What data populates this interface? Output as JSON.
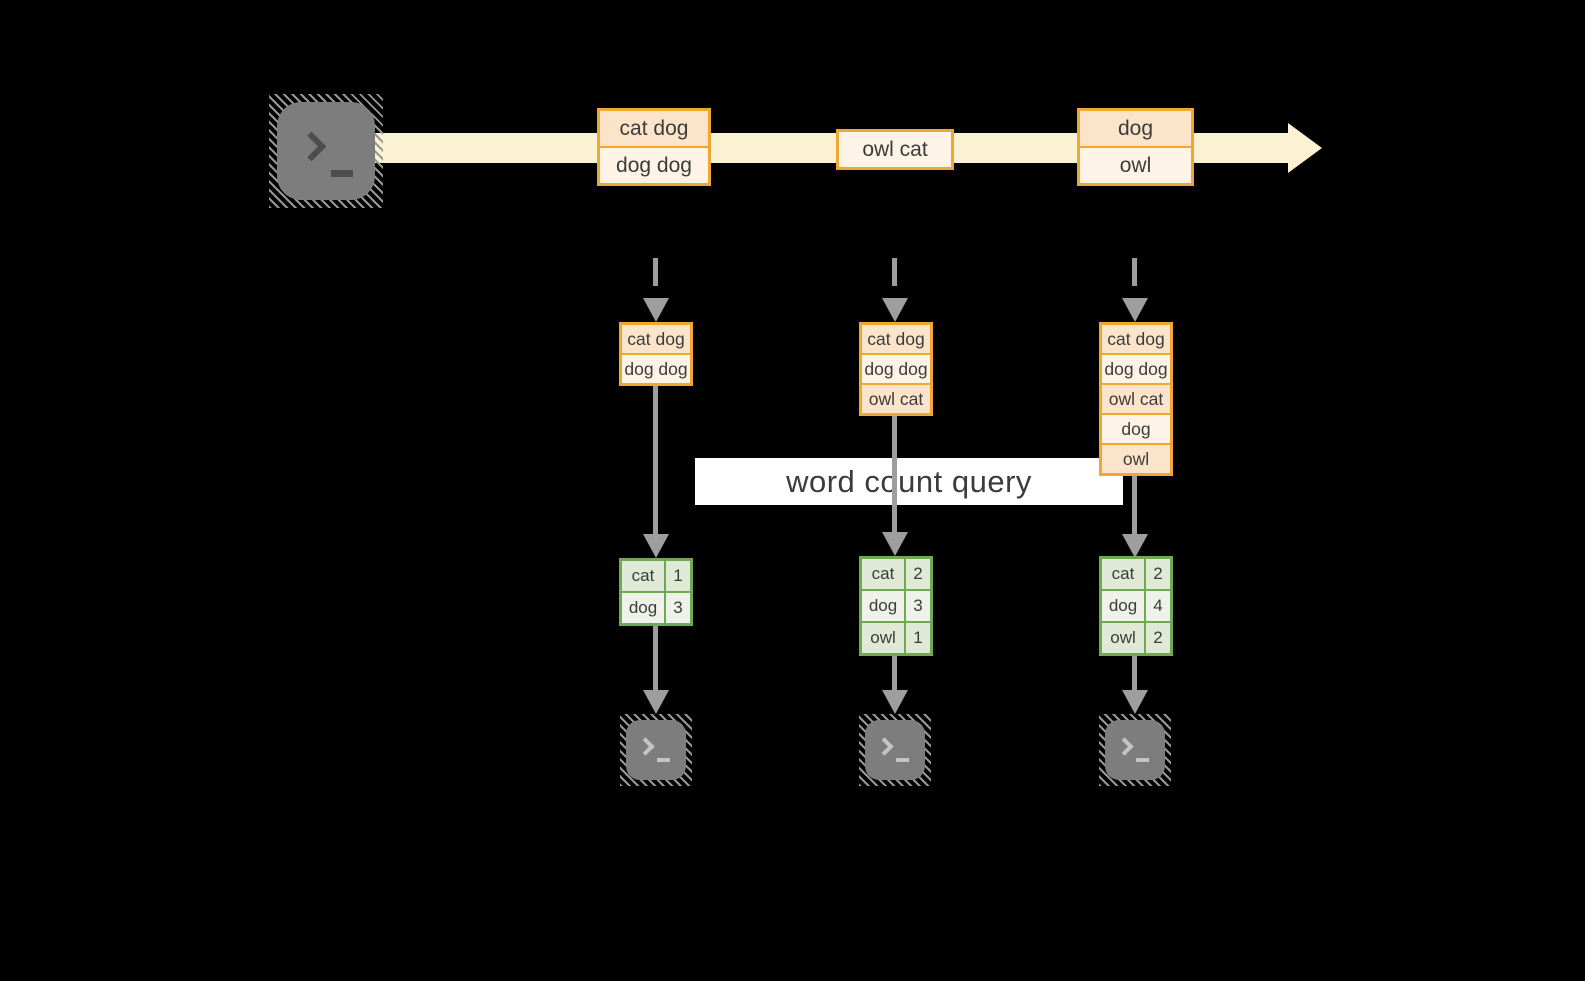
{
  "query": {
    "label": "word count query"
  },
  "stream": {
    "source_icon": "terminal",
    "messages": [
      {
        "rows": [
          "cat dog",
          "dog dog"
        ]
      },
      {
        "rows": [
          "owl cat"
        ]
      },
      {
        "rows": [
          "dog",
          "owl"
        ]
      }
    ]
  },
  "pipelines": [
    {
      "buffer": [
        "cat dog",
        "dog dog"
      ],
      "counts": [
        {
          "word": "cat",
          "value": "1"
        },
        {
          "word": "dog",
          "value": "3"
        }
      ],
      "sink_icon": "terminal"
    },
    {
      "buffer": [
        "cat dog",
        "dog dog",
        "owl cat"
      ],
      "counts": [
        {
          "word": "cat",
          "value": "2"
        },
        {
          "word": "dog",
          "value": "3"
        },
        {
          "word": "owl",
          "value": "1"
        }
      ],
      "sink_icon": "terminal"
    },
    {
      "buffer": [
        "cat dog",
        "dog dog",
        "owl cat",
        "dog",
        "owl"
      ],
      "counts": [
        {
          "word": "cat",
          "value": "2"
        },
        {
          "word": "dog",
          "value": "4"
        },
        {
          "word": "owl",
          "value": "2"
        }
      ],
      "sink_icon": "terminal"
    }
  ],
  "colors": {
    "background": "#000000",
    "stream_band": "#fbf2d3",
    "accent_orange": "#f0a731",
    "peach_dark": "#fce4ca",
    "peach_light": "#fdf3e6",
    "accent_green": "#70a953",
    "green_dark": "#dfe9d5",
    "green_light": "#eef2e9",
    "arrow_gray": "#9e9e9e",
    "terminal_gray": "#7d7d7d",
    "ink": "#3c3c3c",
    "query_bar_bg": "#ffffff"
  }
}
